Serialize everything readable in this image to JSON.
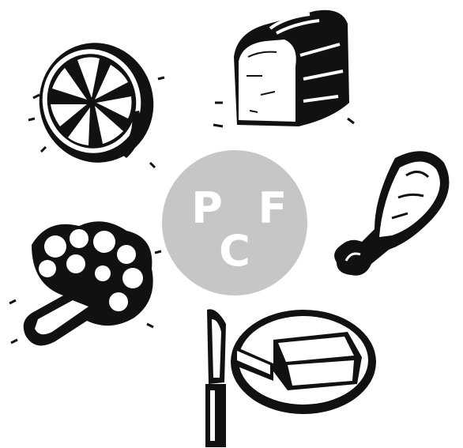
{
  "center_badge": {
    "letters": {
      "top_left": "P",
      "top_right": "F",
      "bottom": "C"
    },
    "circle_color": "#c6c6c6",
    "letter_color": "#ffffff"
  },
  "foods": [
    {
      "icon": "orange-slice-icon"
    },
    {
      "icon": "bread-loaf-icon"
    },
    {
      "icon": "chicken-drumstick-icon"
    },
    {
      "icon": "broccoli-icon"
    },
    {
      "icon": "butter-and-knife-icon"
    }
  ]
}
